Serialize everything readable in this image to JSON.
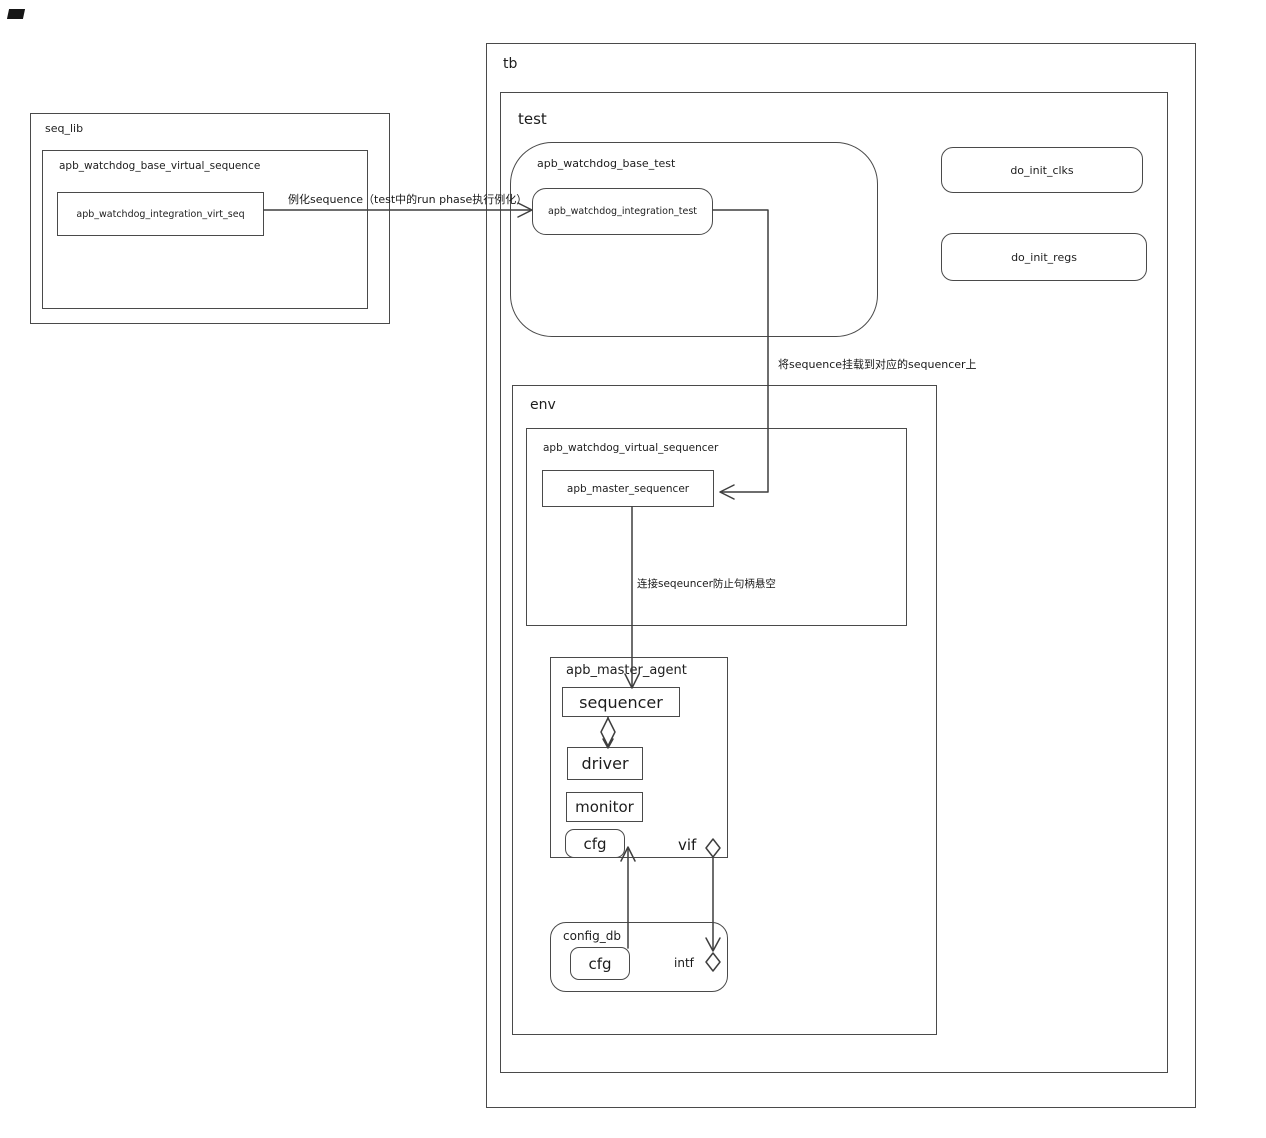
{
  "canvas": {
    "bg": "#ffffff",
    "stroke": "#4a4a4a",
    "text": "#1d1d1d"
  },
  "seq_lib": {
    "title": "seq_lib",
    "base_virtual_sequence": {
      "title": "apb_watchdog_base_virtual_sequence",
      "integration_virt_seq": "apb_watchdog_integration_virt_seq"
    }
  },
  "tb": {
    "title": "tb"
  },
  "test": {
    "title": "test"
  },
  "base_test": {
    "title": "apb_watchdog_base_test",
    "integration_test": "apb_watchdog_integration_test"
  },
  "init_tasks": {
    "do_init_clks": "do_init_clks",
    "do_init_regs": "do_init_regs"
  },
  "env": {
    "title": "env"
  },
  "virtual_sequencer": {
    "title": "apb_watchdog_virtual_sequencer",
    "master_sequencer": "apb_master_sequencer"
  },
  "agent": {
    "title": "apb_master_agent",
    "sequencer": "sequencer",
    "driver": "driver",
    "monitor": "monitor",
    "cfg": "cfg",
    "vif": "vif",
    "vif_marker": "diamond"
  },
  "config_db": {
    "title": "config_db",
    "cfg": "cfg",
    "intf": "intf",
    "intf_marker": "diamond"
  },
  "annotations": {
    "instantiate_sequence": "例化sequence（test中的run phase执行例化）",
    "mount_sequence": "将sequence挂载到对应的sequencer上",
    "connect_sequencer": "连接seqeuncer防止句柄悬空"
  }
}
